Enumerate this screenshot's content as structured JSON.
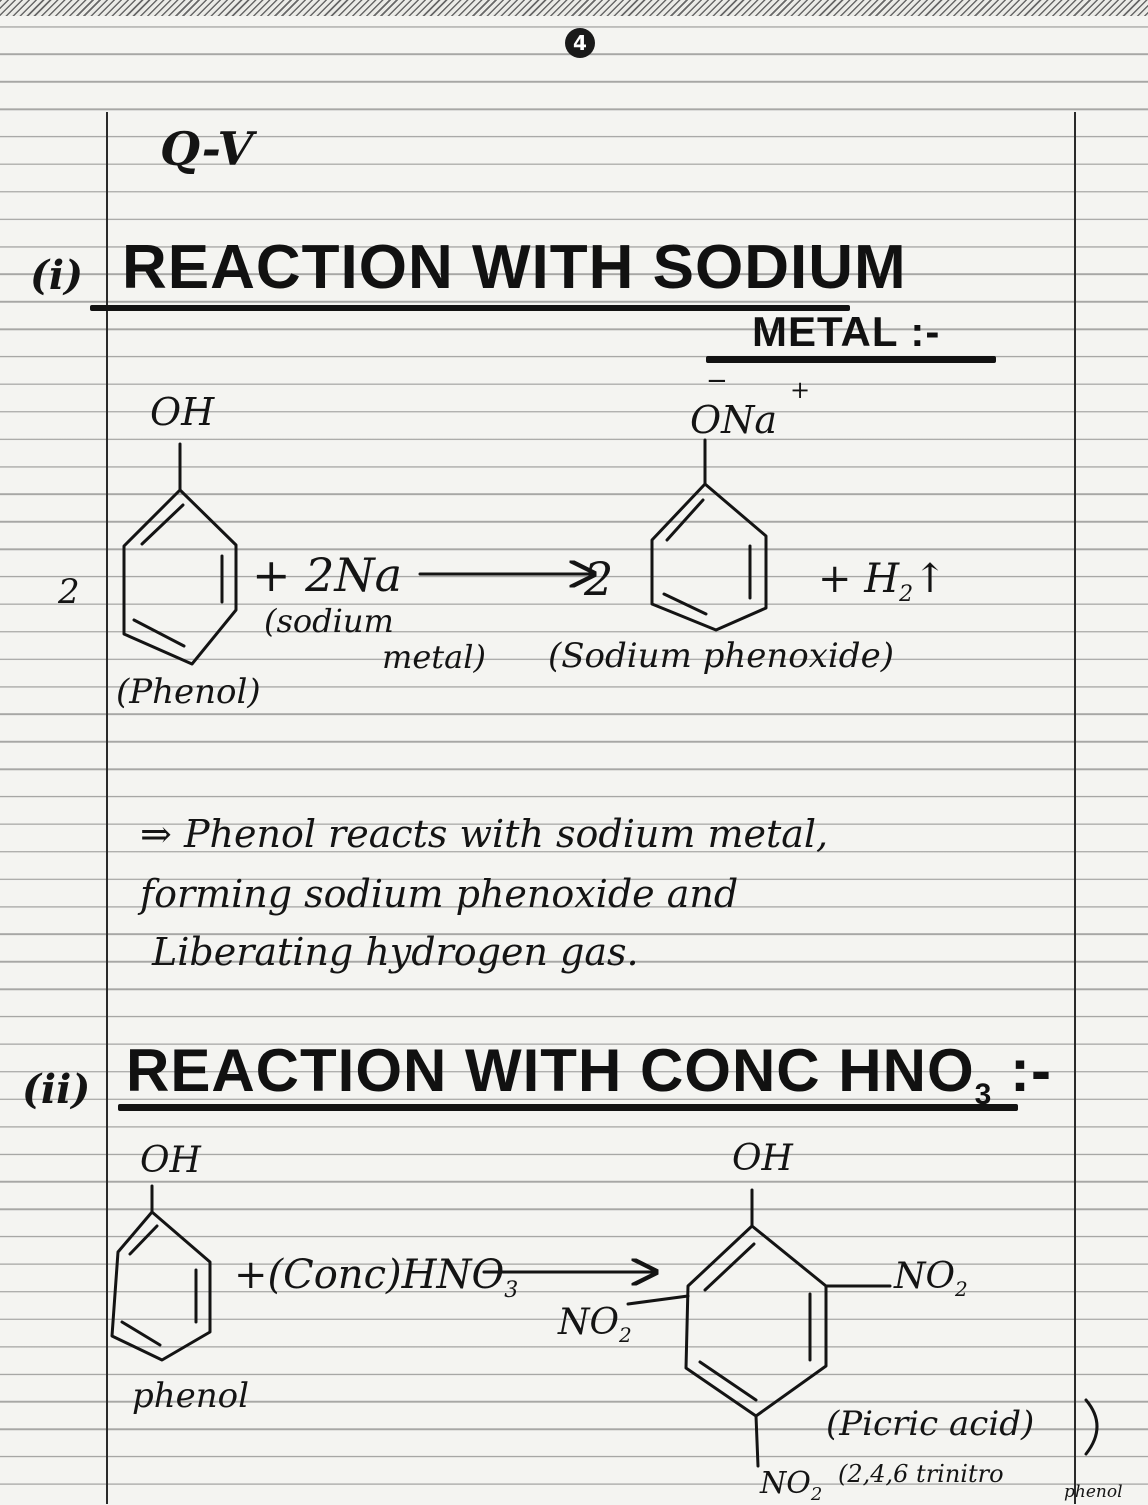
{
  "page": {
    "number": "4",
    "section_label": "Q-V"
  },
  "sections": [
    {
      "index": "(i)",
      "title": "REACTION WITH SODIUM METAL :-",
      "title_line1": "REACTION WITH SODIUM",
      "title_line2": "METAL :-",
      "equation": {
        "coefficient_reactant": "2",
        "reactant_group": "OH",
        "reactant_name": "(Phenol)",
        "reagent": "+ 2Na",
        "reagent_note": "(sodium metal)",
        "reagent_note_line1": "(sodium",
        "reagent_note_line2": "metal)",
        "coefficient_product": "2",
        "product_group": "ONa+",
        "product_group_main": "ONa",
        "product_charge_minus": "−",
        "product_charge_plus": "+",
        "product_name": "(Sodium phenoxide)",
        "byproduct": "+ H2↑",
        "byproduct_main": "+ H",
        "byproduct_sub": "2",
        "byproduct_arrow": "↑"
      },
      "explanation": {
        "arrow": "⇒",
        "line1": "Phenol reacts with sodium metal,",
        "line2": "forming sodium phenoxide and",
        "line3": "Liberating hydrogen gas."
      }
    },
    {
      "index": "(ii)",
      "title": "REACTION WITH CONC HNO3 :-",
      "title_main": "REACTION WITH CONC HNO",
      "title_sub": "3",
      "title_end": ":-",
      "equation": {
        "reactant_group": "OH",
        "reactant_name": "phenol",
        "reagent_main": "+(Conc)HNO",
        "reagent_sub": "3",
        "product_group": "OH",
        "substituent_left_main": "NO",
        "substituent_left_sub": "2",
        "substituent_right_main": "NO",
        "substituent_right_sub": "2",
        "substituent_bottom_main": "NO",
        "substituent_bottom_sub": "2",
        "product_name": "(Picric acid)",
        "product_note_line1": "(2,4,6 trinitro",
        "product_note_line2": "phenol"
      }
    }
  ]
}
